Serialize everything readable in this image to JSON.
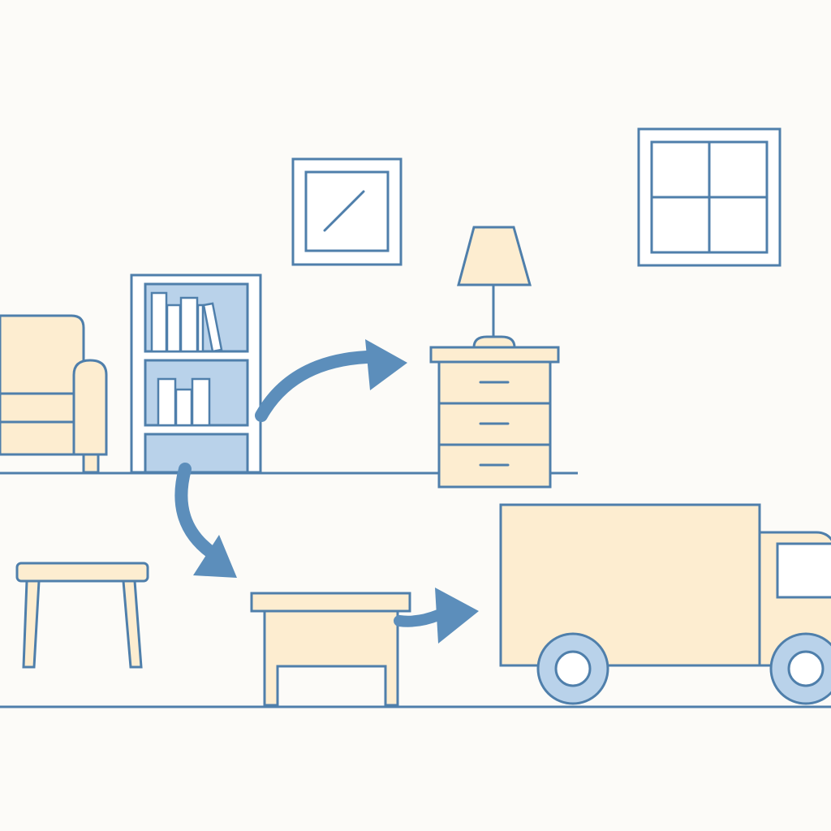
{
  "palette": {
    "background": "#fcfbf8",
    "outline": "#4f7fab",
    "cream_fill": "#fdedd0",
    "blue_fill": "#b9d2ea",
    "arrow": "#5c8ebb",
    "white": "#ffffff"
  },
  "scene": {
    "objects": [
      "armchair",
      "bookshelf",
      "picture-frame",
      "wall-window",
      "table-lamp",
      "nightstand",
      "side-table",
      "small-desk",
      "moving-truck"
    ],
    "arrows": [
      {
        "from": "bookshelf",
        "to": "nightstand"
      },
      {
        "from": "bookshelf",
        "to": "small-desk"
      },
      {
        "from": "small-desk",
        "to": "moving-truck"
      }
    ]
  }
}
